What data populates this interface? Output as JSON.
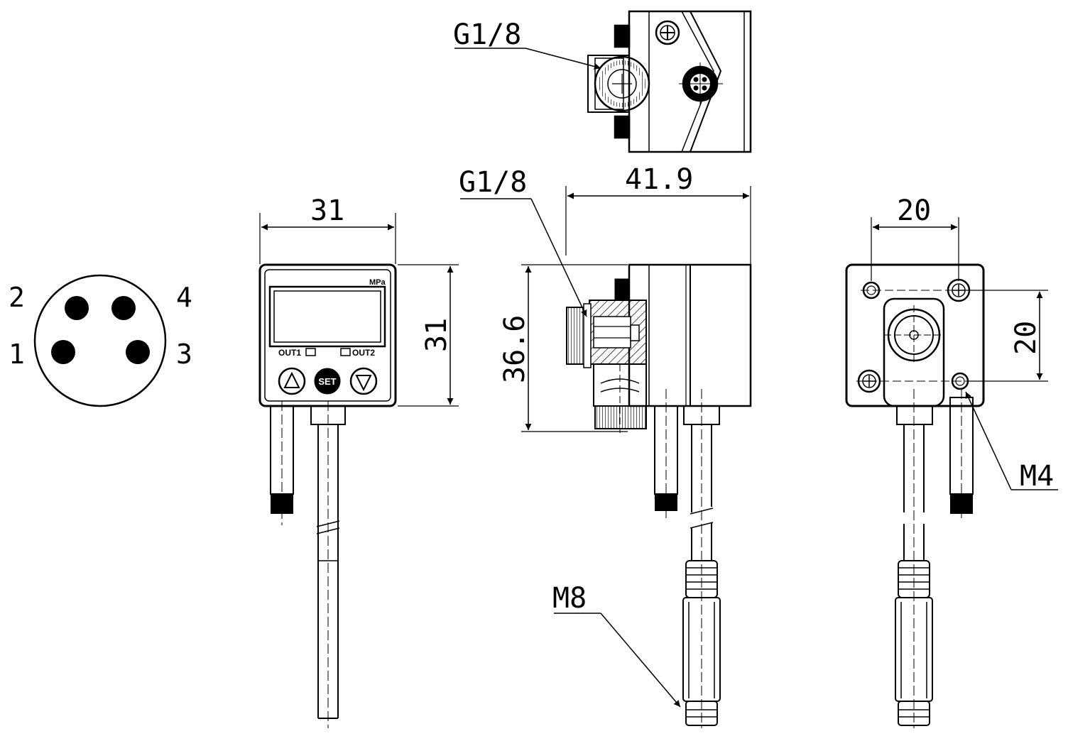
{
  "connector_pins": {
    "pin_2": "2",
    "pin_4": "4",
    "pin_1": "1",
    "pin_3": "3"
  },
  "top_view": {
    "port_label": "G1/8"
  },
  "front_view": {
    "width_dim": "31",
    "height_dim": "31",
    "unit_label": "MPa",
    "out1_label": "OUT1",
    "out2_label": "OUT2",
    "set_button_label": "SET",
    "up_button_icon": "triangle-up-icon",
    "down_button_icon": "triangle-down-icon"
  },
  "side_view": {
    "port_label": "G1/8",
    "length_dim": "41.9",
    "height_dim": "36.6",
    "connector_label": "M8"
  },
  "rear_view": {
    "hole_spacing_horizontal": "20",
    "hole_spacing_vertical": "20",
    "thread_label": "M4"
  }
}
